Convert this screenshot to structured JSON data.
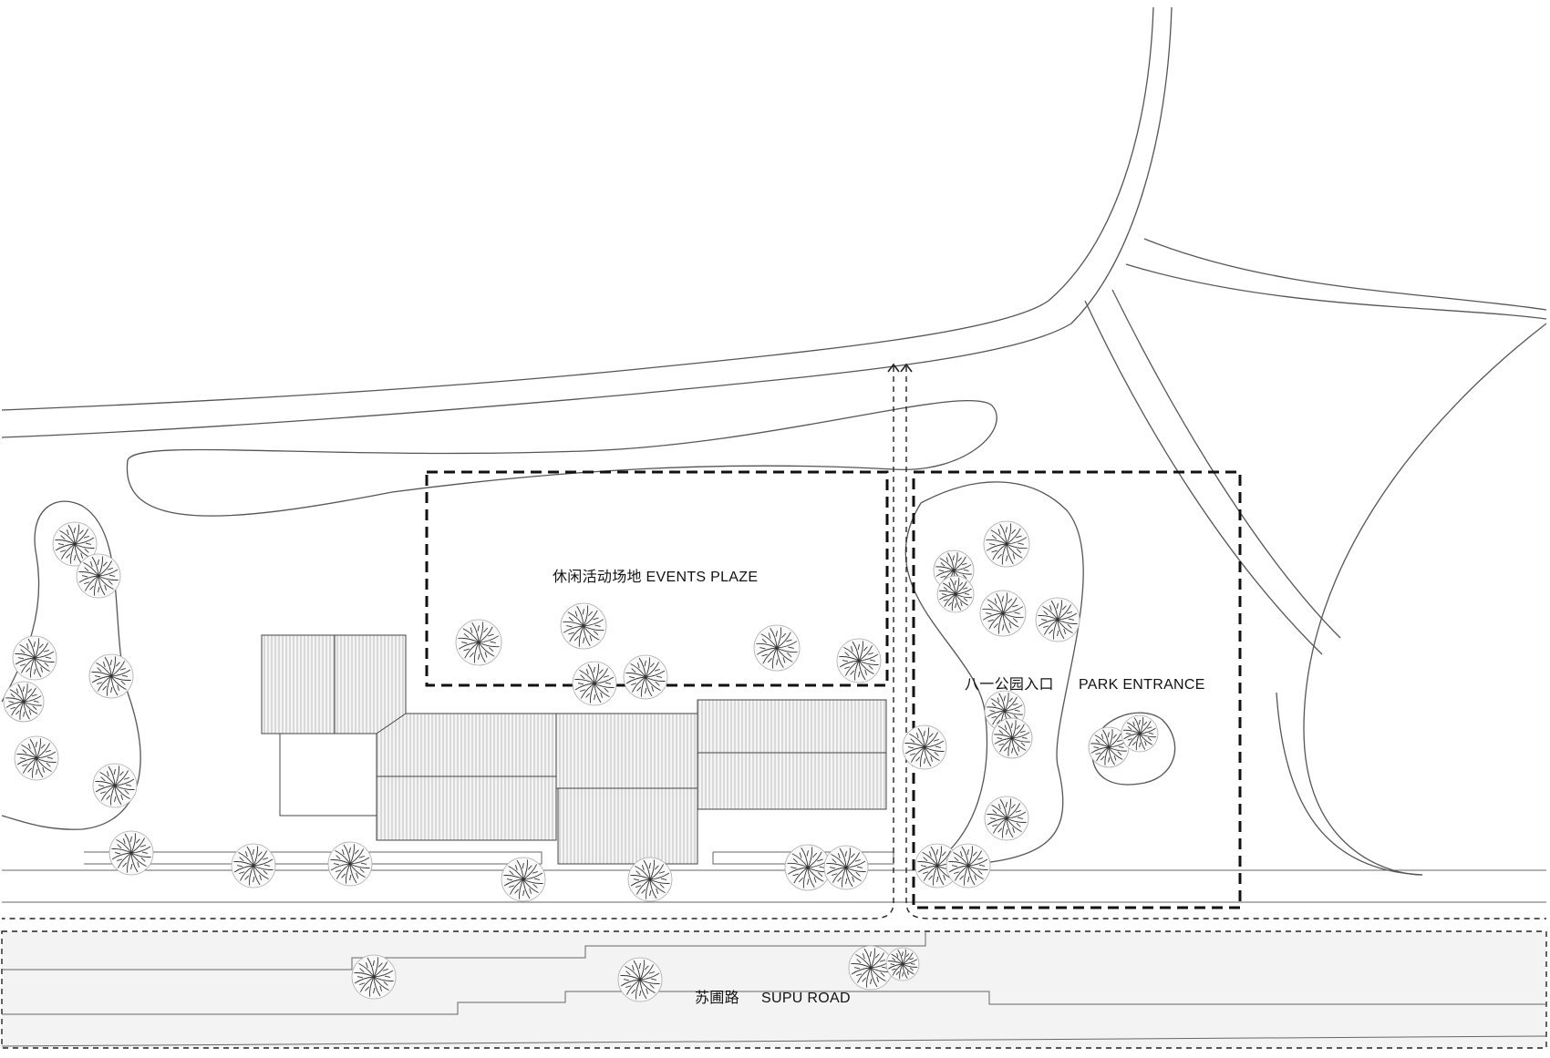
{
  "labels": {
    "events_plaza": "休闲活动场地 EVENTS PLAZE",
    "park_entrance_cn": "八一公园入口",
    "park_entrance_en": "PARK ENTRANCE",
    "road_cn": "苏圃路",
    "road_en": "SUPU ROAD"
  },
  "colors": {
    "background": "#ffffff",
    "line": "#555555",
    "dash": "#111111",
    "road_fill": "#f3f3f3"
  },
  "icons": {
    "tree": "tree-icon"
  }
}
